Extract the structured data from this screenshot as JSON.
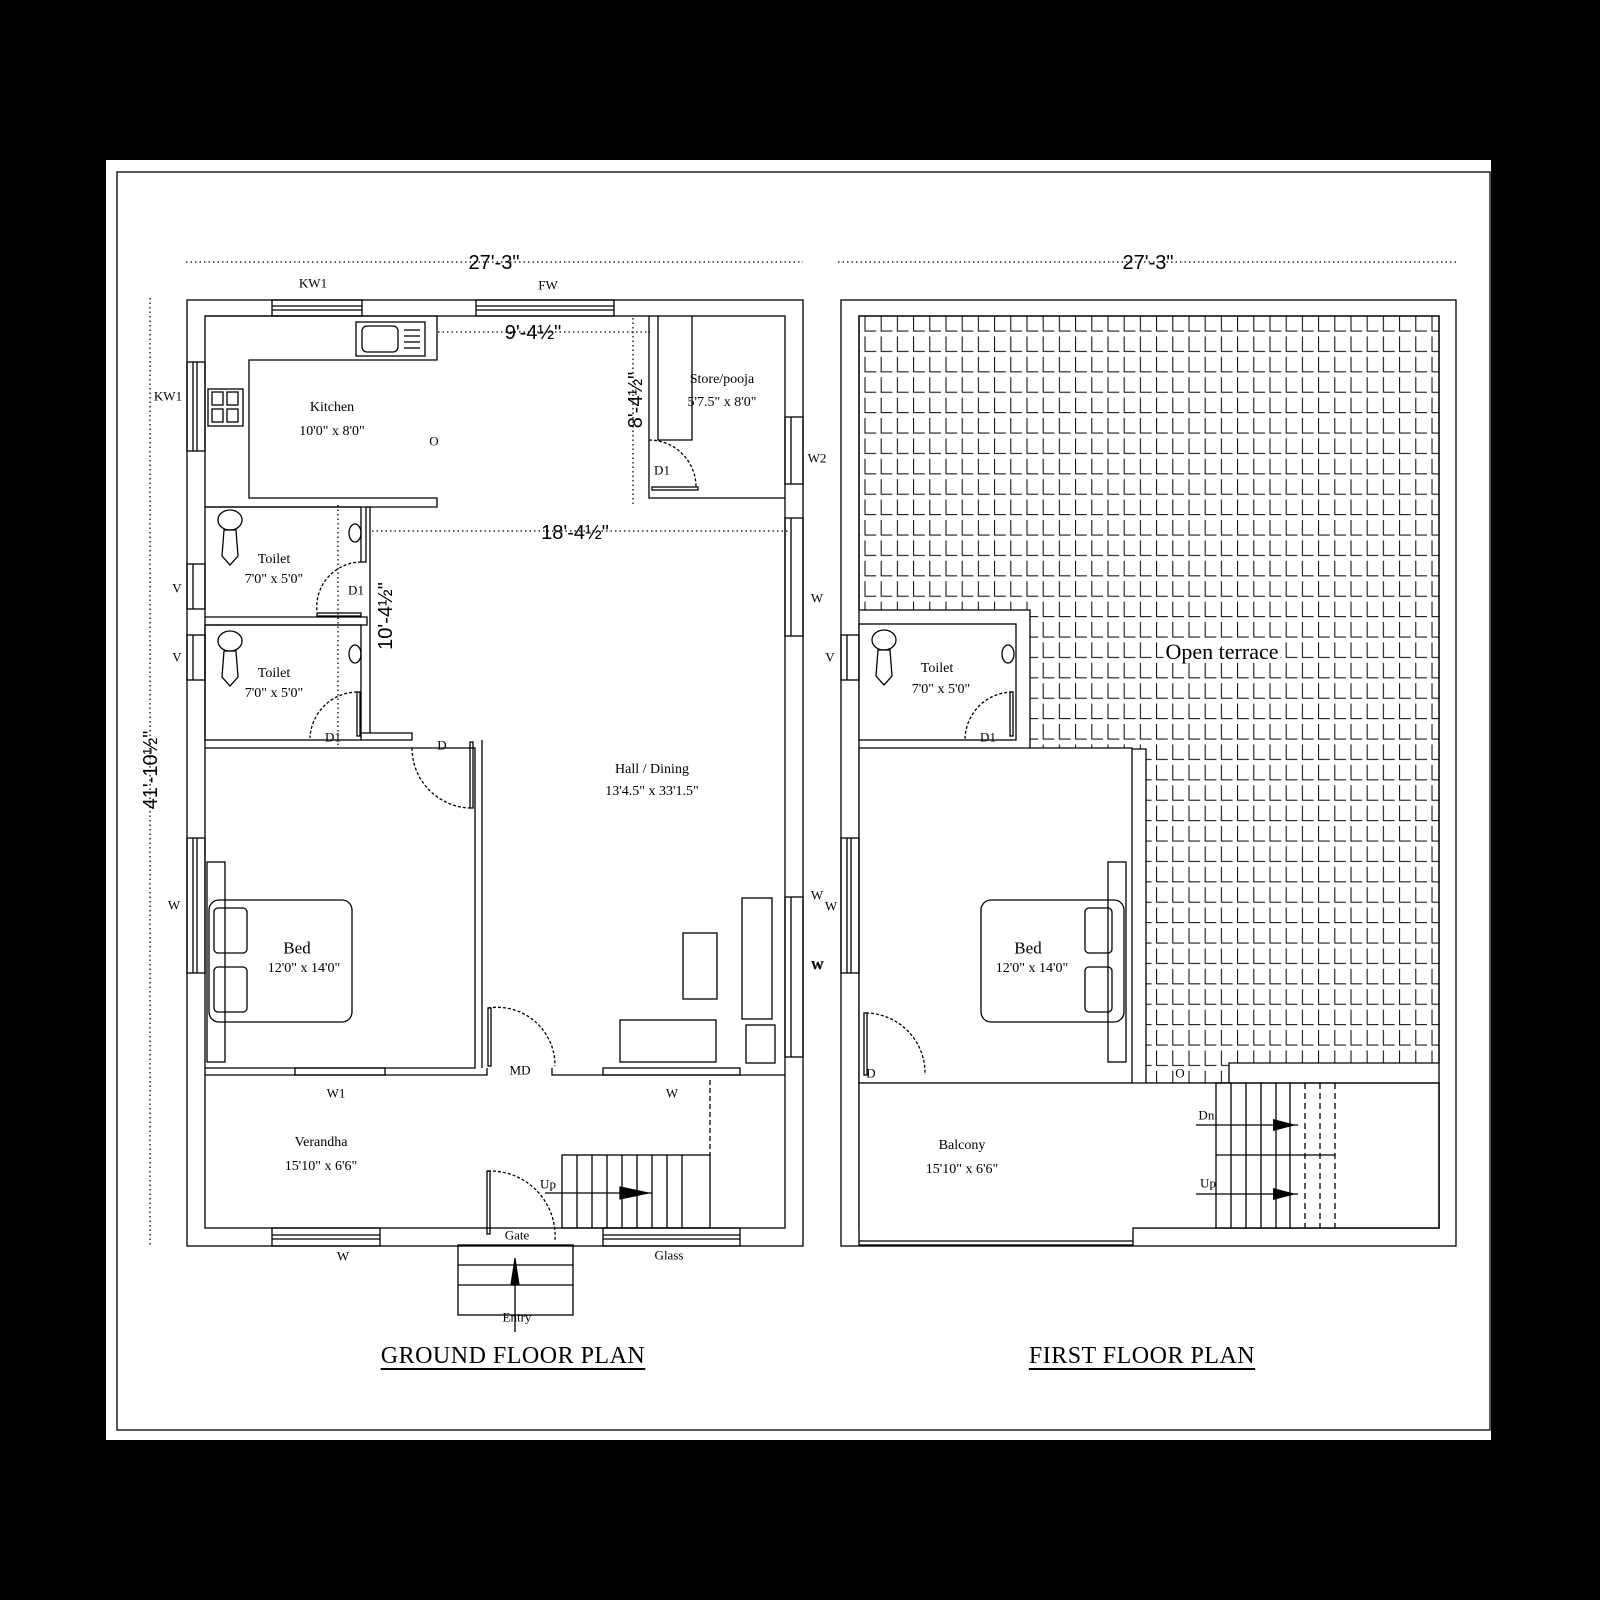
{
  "ground_floor": {
    "title": "GROUND FLOOR PLAN",
    "overall_width": "27'-3\"",
    "overall_depth": "41'-10½\"",
    "rooms": {
      "kitchen": {
        "name": "Kitchen",
        "size": "10'0\" x 8'0\""
      },
      "store": {
        "name": "Store/pooja",
        "size": "5'7.5\" x 8'0\""
      },
      "toilet1": {
        "name": "Toilet",
        "size": "7'0\" x 5'0\""
      },
      "toilet2": {
        "name": "Toilet",
        "size": "7'0\" x 5'0\""
      },
      "bed": {
        "name": "Bed",
        "size": "12'0\" x 14'0\""
      },
      "hall": {
        "name": "Hall / Dining",
        "size": "13'4.5\" x 33'1.5\""
      },
      "verandha": {
        "name": "Verandha",
        "size": "15'10\" x 6'6\""
      }
    },
    "dimensions": {
      "kitchen_hall_width": "9'-4½\"",
      "store_depth": "8'-4½\"",
      "hall_width": "18'-4½\"",
      "passage_depth": "10'-4½\""
    },
    "openings": {
      "kw1_top": "KW1",
      "fw": "FW",
      "kw1_left": "KW1",
      "w2": "W2",
      "d1_store": "D1",
      "d1_toilet1": "D1",
      "d1_toilet2": "D1",
      "v1": "V",
      "v2": "V",
      "d_bed": "D",
      "w_hall_right_top": "W",
      "w_bed_left": "W",
      "w_hall_right_bottom": "W",
      "md": "MD",
      "w1_bottom": "W1",
      "w_verandha_top": "W",
      "w_front": "W",
      "gate": "Gate",
      "glass": "Glass",
      "up": "Up",
      "entry": "Entry",
      "o_kitchen": "O"
    }
  },
  "first_floor": {
    "title": "FIRST FLOOR PLAN",
    "overall_width": "27'-3\"",
    "rooms": {
      "terrace": {
        "name": "Open terrace"
      },
      "toilet": {
        "name": "Toilet",
        "size": "7'0\" x 5'0\""
      },
      "bed": {
        "name": "Bed",
        "size": "12'0\" x 14'0\""
      },
      "balcony": {
        "name": "Balcony",
        "size": "15'10\" x 6'6\""
      }
    },
    "openings": {
      "v": "V",
      "d1": "D1",
      "w1": "W",
      "w2": "W",
      "d": "D",
      "o": "O",
      "dn": "Dn.",
      "up": "Up"
    }
  }
}
